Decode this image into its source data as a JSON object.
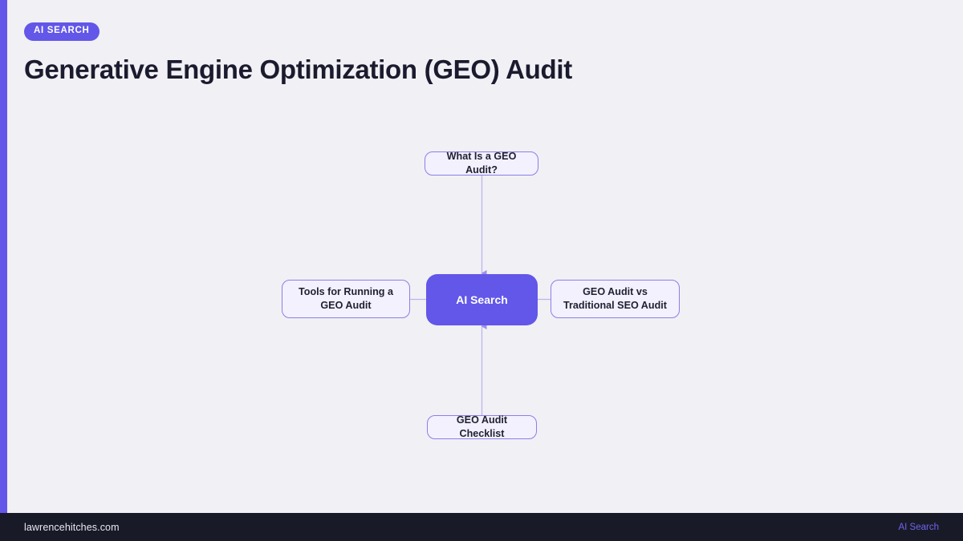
{
  "header": {
    "badge": "AI SEARCH",
    "title": "Generative Engine Optimization (GEO) Audit"
  },
  "theme": {
    "accent": "#6257e8",
    "node_fill": "#f3f1fd",
    "node_border": "#8b7fe8",
    "root_fill": "#6257e8",
    "edge_color": "#bdb5ee",
    "title_color": "#1b1b2f",
    "footer_bg": "#191a28",
    "grid_dot": "#f2f1f5"
  },
  "diagram": {
    "type": "mindmap",
    "root": {
      "label": "AI Search"
    },
    "nodes": [
      {
        "id": "top",
        "label": "What Is a GEO Audit?",
        "position": "top"
      },
      {
        "id": "left",
        "label": "Tools for Running a GEO Audit",
        "position": "left"
      },
      {
        "id": "right",
        "label": "GEO Audit vs Traditional SEO Audit",
        "position": "right"
      },
      {
        "id": "bottom",
        "label": "GEO Audit Checklist",
        "position": "bottom"
      }
    ],
    "edges": [
      {
        "from": "top",
        "to": "root",
        "arrow": true
      },
      {
        "from": "left",
        "to": "root",
        "arrow": false
      },
      {
        "from": "right",
        "to": "root",
        "arrow": false
      },
      {
        "from": "bottom",
        "to": "root",
        "arrow": true
      }
    ]
  },
  "footer": {
    "site": "lawrencehitches.com",
    "tag": "AI Search"
  }
}
